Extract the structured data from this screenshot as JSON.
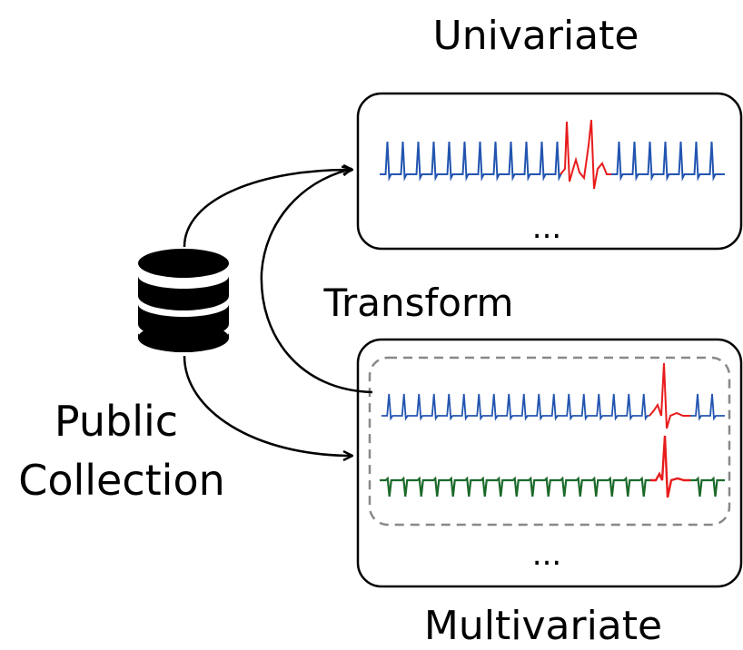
{
  "labels": {
    "univariate": "Univariate",
    "multivariate": "Multivariate",
    "transform": "Transform",
    "public_line1": "Public",
    "public_line2": "Collection",
    "ellipsis": "..."
  },
  "colors": {
    "normal_series_1": "#2255b0",
    "normal_series_2": "#1b6a2a",
    "anomaly": "#e81b1b",
    "outline": "#000000",
    "dashed_group": "#888888"
  },
  "icons": {
    "database": "database-icon"
  }
}
